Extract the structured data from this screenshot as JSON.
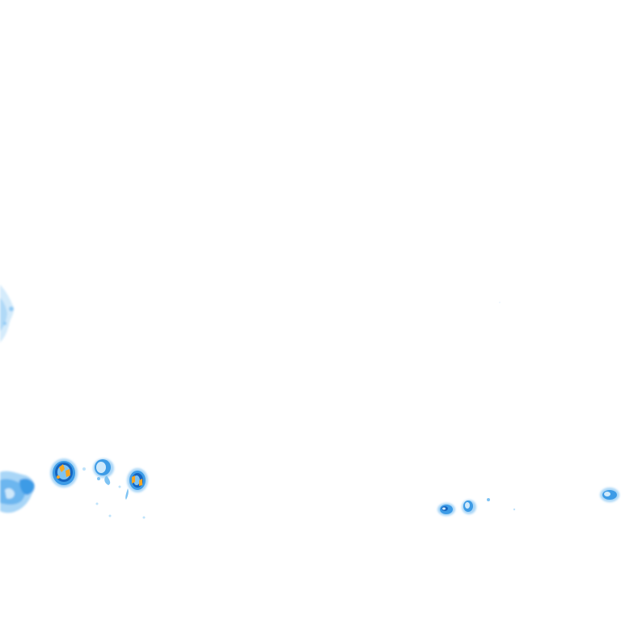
{
  "map": {
    "background": "#ffffff",
    "palette": {
      "very_light": "#bfe3fb",
      "light": "#7ec3f3",
      "medium": "#3d9be6",
      "dark": "#1565c0",
      "orange": "#f5a623"
    },
    "echoes": [
      {
        "id": "echo-west-edge",
        "intensity": "light"
      },
      {
        "id": "echo-southwest-cluster",
        "intensity": "medium"
      },
      {
        "id": "echo-cell-1",
        "intensity": "heavy"
      },
      {
        "id": "echo-cell-2",
        "intensity": "medium"
      },
      {
        "id": "echo-cell-3",
        "intensity": "heavy"
      },
      {
        "id": "echo-southeast-1",
        "intensity": "medium"
      },
      {
        "id": "echo-southeast-2",
        "intensity": "medium"
      },
      {
        "id": "echo-east-edge",
        "intensity": "medium"
      }
    ]
  }
}
